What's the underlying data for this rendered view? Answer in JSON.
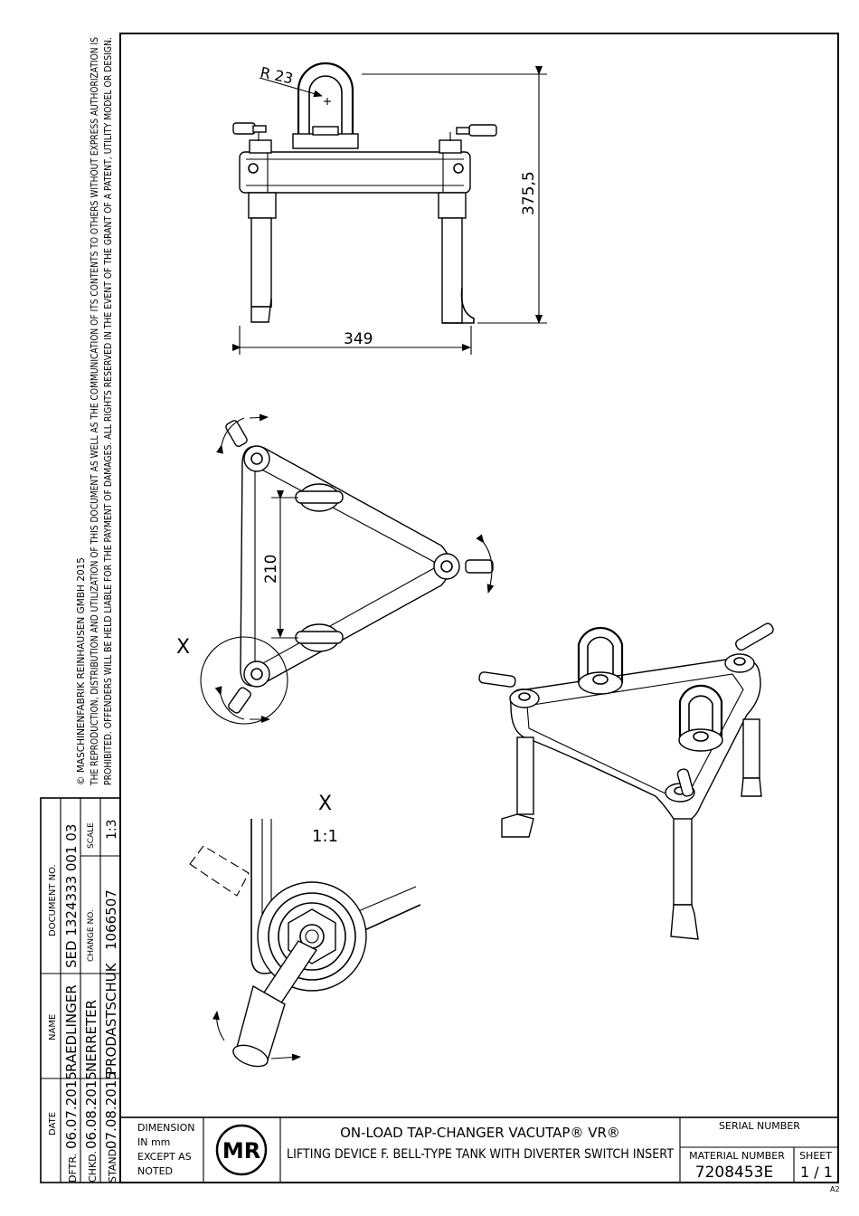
{
  "copyright": {
    "line1": "© MASCHINENFABRIK REINHAUSEN GMBH 2015",
    "line2": "THE REPRODUCTION, DISTRIBUTION AND UTILIZATION OF THIS DOCUMENT AS WELL AS THE COMMUNICATION OF ITS CONTENTS TO OTHERS WITHOUT EXPRESS AUTHORIZATION IS",
    "line3": "PROHIBITED. OFFENDERS WILL BE HELD LIABLE FOR THE PAYMENT OF DAMAGES. ALL RIGHTS RESERVED IN THE EVENT OF THE GRANT OF A PATENT, UTILITY MODEL OR DESIGN."
  },
  "dimensions": {
    "radius": "R 23",
    "height": "375,5",
    "width": "349",
    "spacing": "210"
  },
  "detail": {
    "marker": "X",
    "label": "X",
    "scale": "1:1"
  },
  "revision_block": {
    "headers": {
      "date": "DATE",
      "name": "NAME",
      "document_no": "DOCUMENT NO.",
      "change_no": "CHANGE NO.",
      "scale": "SCALE"
    },
    "rows": [
      {
        "role": "DFTR.",
        "date": "06.07.2015",
        "name": "RAEDLINGER"
      },
      {
        "role": "CHKD.",
        "date": "06.08.2015",
        "name": "NERRETER"
      },
      {
        "role": "STAND.",
        "date": "07.08.2015",
        "name": "PRODASTSCHUK"
      }
    ],
    "document_no": "SED 1324333 001 03",
    "change_no": "1066507",
    "scale": "1:3"
  },
  "title_block": {
    "dimension_note": [
      "DIMENSION",
      "IN mm",
      "EXCEPT AS",
      "NOTED"
    ],
    "logo": "MR",
    "title_line1": "ON-LOAD TAP-CHANGER VACUTAP® VR®",
    "title_line2": "LIFTING DEVICE F. BELL-TYPE TANK WITH DIVERTER SWITCH INSERT",
    "serial_label": "SERIAL NUMBER",
    "material_label": "MATERIAL NUMBER",
    "material_number": "7208453E",
    "sheet_label": "SHEET",
    "sheet_value": "1 / 1",
    "paper_size": "A2"
  }
}
